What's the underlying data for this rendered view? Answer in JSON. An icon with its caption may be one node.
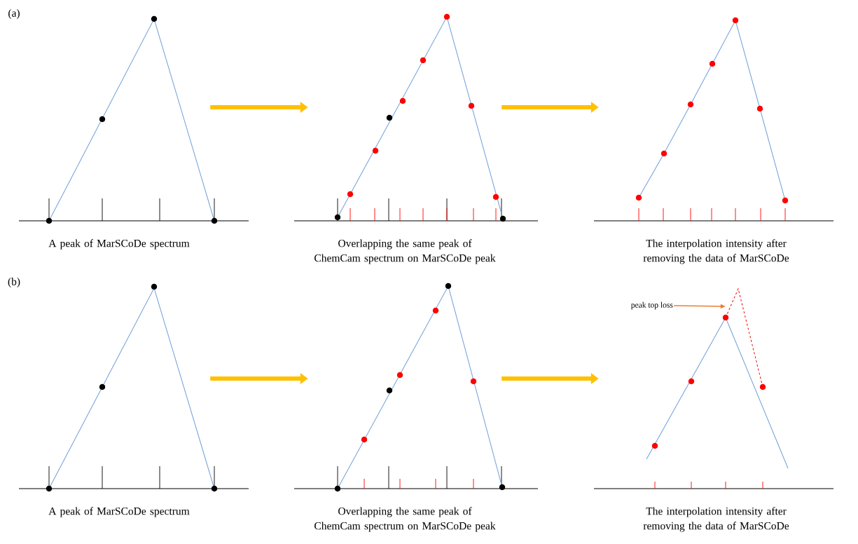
{
  "diagram": {
    "nodes": [
      {
        "text": [
          "A peak of MarSCoDe spectrum"
        ]
      },
      {
        "text": [
          "Overlapping the same peak of ChemCam spectrum on MarSCoDe peak"
        ]
      },
      {
        "text": [
          "The interpolation intensity after removing the data of MarSCoDe"
        ]
      },
      {
        "text": [
          "A peak of MarSCoDe spectrum"
        ]
      },
      {
        "text": [
          "Overlapping the same peak of ChemCam spectrum on MarSCoDe peak"
        ]
      },
      {
        "text": [
          "The interpolation intensity after removing the data of MarSCoDe"
        ]
      },
      {
        "text": [
          "peak top loss"
        ],
        "in": 5
      }
    ],
    "edges": [
      {
        "from": 0,
        "to": 1,
        "arrow": "to"
      },
      {
        "from": 1,
        "to": 2,
        "arrow": "to"
      },
      {
        "from": 3,
        "to": 4,
        "arrow": "to"
      },
      {
        "from": 4,
        "to": 5,
        "arrow": "to"
      },
      {
        "from": 6,
        "to": 5,
        "arrow": "to",
        "color": "#ed7d31"
      }
    ],
    "labels": [
      "(a)",
      "(b)"
    ]
  }
}
